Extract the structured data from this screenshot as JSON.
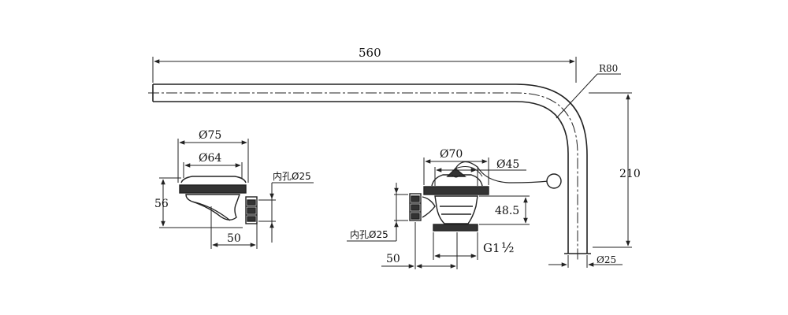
{
  "dimensions": {
    "overall_length": "560",
    "bend_radius": "R80",
    "vertical_height": "210",
    "pipe_diameter": "Ø25",
    "left_outer_diameter": "Ø75",
    "left_inner_diameter": "Ø64",
    "left_height": "56",
    "left_offset": "50",
    "left_inner_hole": "内孔Ø25",
    "right_outer_diameter": "Ø70",
    "right_ball_diameter": "Ø45",
    "right_body_height": "48.5",
    "right_thread": "G1",
    "right_thread_fraction": "½",
    "right_inner_hole": "内孔Ø25",
    "right_offset": "50"
  },
  "colors": {
    "line": "#222222",
    "fill_dark": "#333333"
  }
}
